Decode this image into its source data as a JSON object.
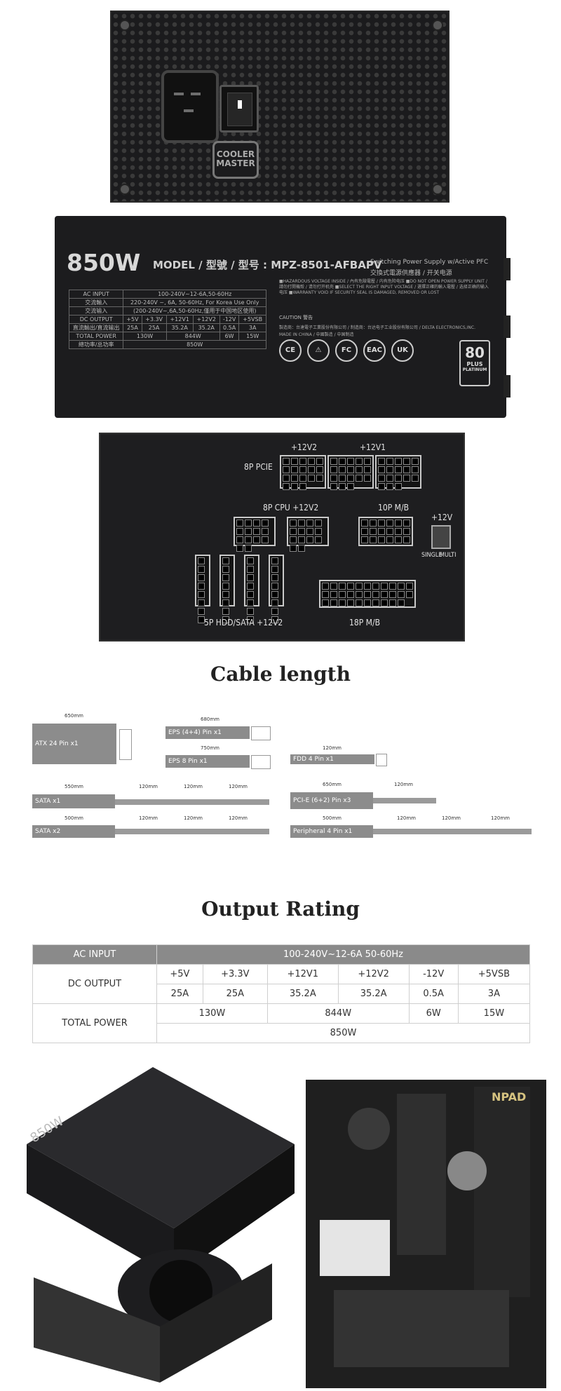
{
  "rear_panel": {
    "logo_line1": "COOLER",
    "logo_line2": "MASTER"
  },
  "side_label": {
    "wattage": "850W",
    "model": "MODEL / 型號 / 型号 : MPZ-8501-AFBAPV",
    "pfc_text": "Switching Power Supply w/Active PFC",
    "pfc_text_cn": "交換式電源供應器 / 开关电源",
    "spec_rows": [
      [
        "AC INPUT",
        "100-240V~12-6A,50-60Hz"
      ],
      [
        "交流輸入",
        "220-240V ~, 6A, 50-60Hz, For Korea Use Only"
      ],
      [
        "交流输入",
        "(200-240V~,6A,50-60Hz,僅用于中国地区使用)"
      ]
    ],
    "dc_header": [
      "DC OUTPUT",
      "+5V",
      "+3.3V",
      "+12V1",
      "+12V2",
      "-12V",
      "+5VSB"
    ],
    "dc_sub": [
      "直流輸出/直流输出",
      "25A",
      "25A",
      "35.2A",
      "35.2A",
      "0.5A",
      "3A"
    ],
    "total_row": [
      "TOTAL POWER",
      "130W",
      "844W",
      "6W",
      "15W"
    ],
    "total_sub": [
      "總功率/总功率",
      "850W"
    ],
    "warnings": "■HAZARDOUS VOLTAGE INSIDE / 內有危險電壓 / 内有危险电压 ■DO NOT OPEN POWER SUPPLY UNIT / 請勿打開機殼 / 请勿打开机壳 ■SELECT THE RIGHT INPUT VOLTAGE / 選擇正確的輸入電壓 / 选择正确的输入电压 ■WARRANTY VOID IF SECURITY SEAL IS DAMAGED, REMOVED OR LOST",
    "caution": "CAUTION 警告",
    "maker": "製造商：台達電子工業股份有限公司 / 制造商：台达电子工业股份有限公司 / DELTA ELECTRONICS,INC.",
    "made_in": "MADE IN CHINA / 中國製造 / 中国制造",
    "certs": [
      "CE",
      "⚠",
      "FC",
      "EAC",
      "UK"
    ],
    "plus80_top": "80",
    "plus80_mid": "PLUS",
    "plus80_bottom": "PLATINUM"
  },
  "modular_panel": {
    "labels": [
      "+12V2",
      "+12V1",
      "8P PCIE",
      "8P CPU +12V2",
      "10P M/B",
      "+12V",
      "MULTI",
      "SINGLE",
      "5P HDD/SATA +12V2",
      "18P M/B"
    ]
  },
  "cable_section": {
    "title": "Cable length",
    "cables": [
      {
        "name": "ATX 24 Pin x1",
        "len": "650mm"
      },
      {
        "name": "EPS (4+4) Pin x1",
        "len": "680mm"
      },
      {
        "name": "EPS 8 Pin x1",
        "len": "750mm"
      },
      {
        "name": "FDD 4 Pin x1",
        "len": "120mm"
      },
      {
        "name": "SATA x1",
        "len": "550mm",
        "seg": [
          "120mm",
          "120mm",
          "120mm"
        ]
      },
      {
        "name": "PCI-E (6+2) Pin x3",
        "len": "650mm",
        "seg": [
          "120mm"
        ]
      },
      {
        "name": "SATA x2",
        "len": "500mm",
        "seg": [
          "120mm",
          "120mm",
          "120mm"
        ]
      },
      {
        "name": "Peripheral 4 Pin x1",
        "len": "500mm",
        "seg": [
          "120mm",
          "120mm",
          "120mm"
        ]
      }
    ]
  },
  "output_section": {
    "title": "Output Rating",
    "ac_input_label": "AC INPUT",
    "ac_input_value": "100-240V~12-6A 50-60Hz",
    "dc_output_label": "DC OUTPUT",
    "rails": [
      "+5V",
      "+3.3V",
      "+12V1",
      "+12V2",
      "-12V",
      "+5VSB"
    ],
    "amps": [
      "25A",
      "25A",
      "35.2A",
      "35.2A",
      "0.5A",
      "3A"
    ],
    "total_power_label": "TOTAL POWER",
    "total_parts": [
      "130W",
      "844W",
      "6W",
      "15W"
    ],
    "total": "850W"
  },
  "photos": {
    "left_label": "850W",
    "watermark": "NPAD"
  }
}
